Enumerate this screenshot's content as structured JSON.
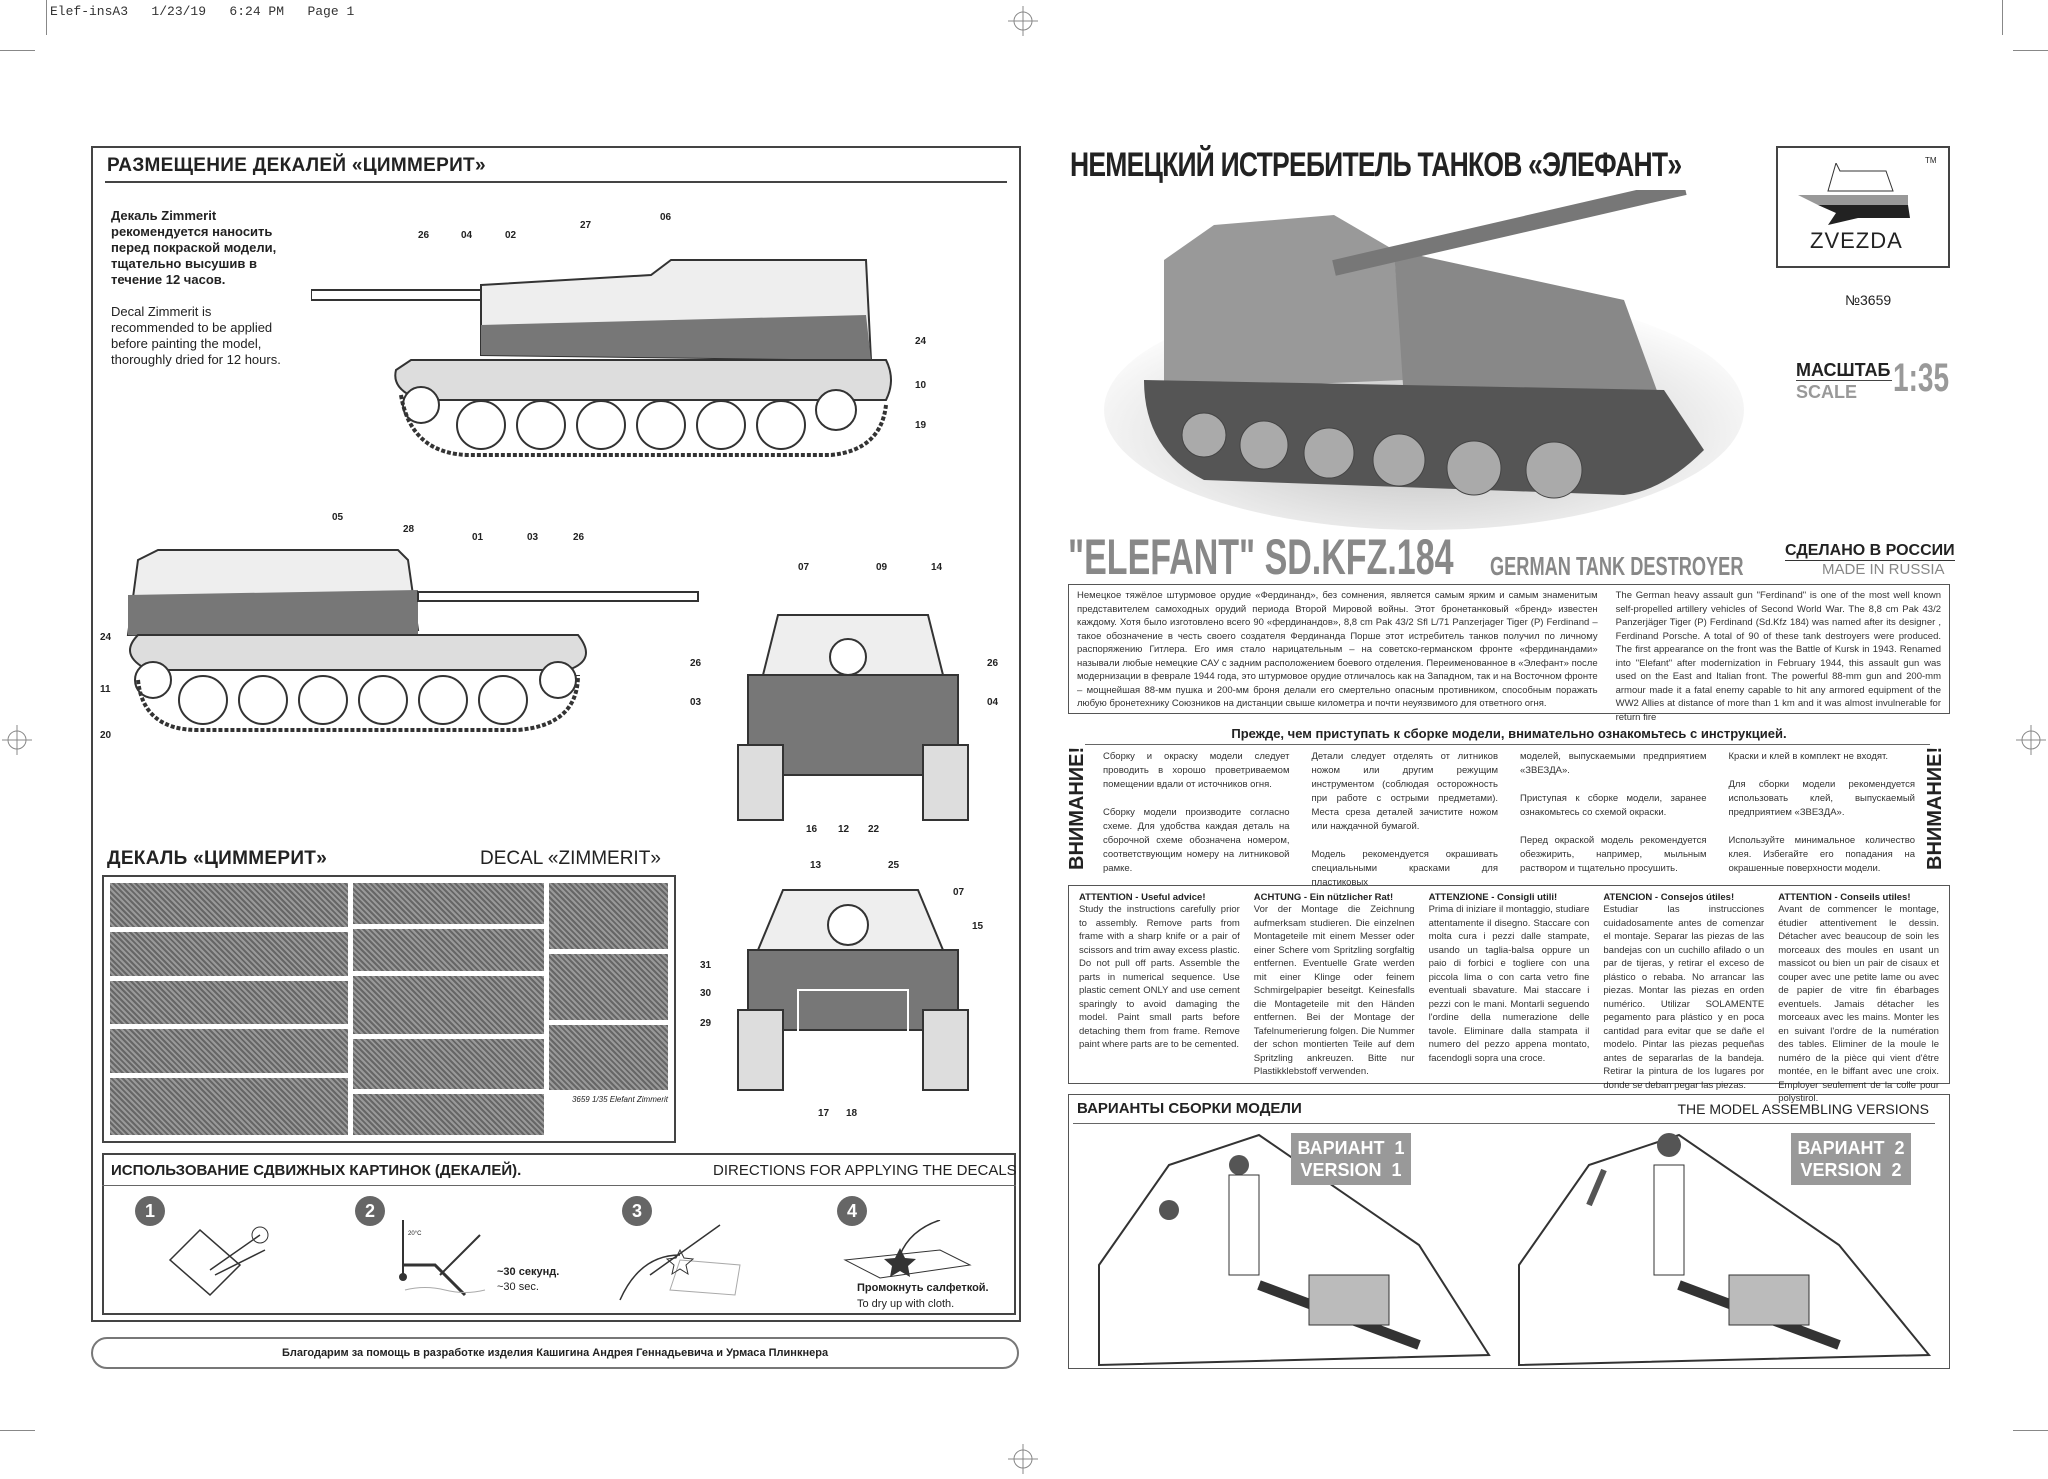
{
  "slug": "Elef-insA3   1/23/19   6:24 PM   Page 1",
  "left": {
    "heading": "РАЗМЕЩЕНИЕ ДЕКАЛЕЙ «ЦИММЕРИТ»",
    "note_ru": "Декаль Zimmerit рекомендуется наносить перед покраской модели, тщательно высушив в течение 12 часов.",
    "note_en": "Decal Zimmerit is recommended to be applied before painting the model, thoroughly dried for 12 hours.",
    "callouts_side1": [
      "26",
      "04",
      "02",
      "27",
      "06",
      "24",
      "10",
      "19"
    ],
    "callouts_side2": [
      "05",
      "28",
      "01",
      "03",
      "26",
      "24",
      "11",
      "20"
    ],
    "callouts_rear": [
      "07",
      "09",
      "14",
      "26",
      "03",
      "26",
      "04",
      "16",
      "12",
      "22"
    ],
    "callouts_front": [
      "13",
      "25",
      "07",
      "15",
      "31",
      "30",
      "29",
      "17",
      "18"
    ],
    "decal_heading_ru": "ДЕКАЛЬ «ЦИММЕРИТ»",
    "decal_heading_en": "DECAL «ZIMMERIT»",
    "decal_sheet_label": "3659 1/35 Elefant Zimmerit",
    "directions": {
      "heading_ru": "ИСПОЛЬЗОВАНИЕ СДВИЖНЫХ КАРТИНОК (ДЕКАЛЕЙ).",
      "heading_en": "DIRECTIONS  FOR APPLYING THE DECALS",
      "steps": [
        "1",
        "2",
        "3",
        "4"
      ],
      "temp": "20°C",
      "step2_ru": "~30 секунд.",
      "step2_en": "~30 sec.",
      "step4_ru": "Промокнуть салфеткой.",
      "step4_en": "To dry up with cloth."
    },
    "thanks": "Благодарим за помощь в разработке изделия Кашигина Андрея Геннадьевича и Урмаса Плинкнера"
  },
  "right": {
    "title": "НЕМЕЦКИЙ ИСТРЕБИТЕЛЬ ТАНКОВ «ЭЛЕФАНТ»",
    "logo": "ZVEZDA",
    "tm": "TM",
    "number": "№3659",
    "scale_ru": "МАСШТАБ",
    "scale_en": "SCALE",
    "scale": "1:35",
    "name": "\"ELEFANT\" SD.KFZ.184",
    "subtitle": "GERMAN TANK DESTROYER",
    "made_ru": "СДЕЛАНО В РОССИИ",
    "made_en": "MADE IN RUSSIA",
    "history_ru": "Немецкое тяжёлое штурмовое орудие «Фердинанд», без сомнения, является самым ярким и самым знаменитым представителем самоходных орудий периода Второй Мировой войны. Этот бронетанковый «бренд» известен каждому. Хотя было изготовлено всего 90 «фердинандов», 8,8 cm Pak 43/2 Sfl L/71 Panzerjager Tiger (P) Ferdinand – такое обозначение в честь своего создателя Фердинанда Порше этот истребитель танков получил по личному распоряжению Гитлера. Его имя стало нарицательным – на советско-германском фронте «фердинандами» называли любые немецкие САУ с задним расположением боевого отделения. Переименованное в «Элефант» после модернизации в феврале 1944 года, это штурмовое орудие отличалось как на Западном, так и на Восточном фронте – мощнейшая 88-мм пушка и 200-мм броня делали его смертельно опасным противником, способным поражать любую бронетехнику Союзников на дистанции свыше километра и почти неуязвимого для ответного огня.",
    "history_en": "The German heavy assault gun \"Ferdinand\" is one of the most well known self-propelled artillery vehicles of Second World War. The 8,8 cm Pak 43/2 Panzerjäger Tiger (P) Ferdinand (Sd.Kfz 184) was named after its designer , Ferdinand Porsche. A total of 90 of these tank destroyers were produced. The first appearance on the front was the Battle of Kursk in 1943. Renamed into \"Elefant\" after modernization in February 1944, this assault gun was used on the East and Italian front. The powerful 88-mm gun and 200-mm armour made it a fatal enemy capable to hit any armored equipment of the WW2 Allies at distance of more than 1 km and it was almost invulnerable for return fire",
    "read_first": "Прежде, чем приступать к сборке модели, внимательно ознакомьтесь с инструкцией.",
    "attention_vertical": "ВНИМАНИЕ!",
    "attention_cols": [
      "Сборку и окраску модели следует проводить в хорошо проветриваемом помещении вдали от источников огня.\n\nСборку модели производите согласно схеме. Для удобства каждая деталь на сборочной схеме обозначена номером, соответствующим номеру на литниковой рамке.",
      "Детали следует отделять от литников ножом или другим режущим инструментом (соблюдая осторожность при работе с острыми предметами). Места среза деталей зачистите ножом или наждачной бумагой.\n\nМодель рекомендуется окрашивать специальными красками для пластиковых",
      "моделей, выпускаемыми предприятием «ЗВЕЗДА».\n\nПриступая к сборке модели, заранее ознакомьтесь со схемой окраски.\n\nПеред окраской модель рекомендуется обезжирить, например, мыльным раствором и тщательно просушить.",
      "Краски и клей в комплект не входят.\n\nДля сборки модели рекомендуется использовать клей, выпускаемый предприятием «ЗВЕЗДА».\n\nИспользуйте минимальное количество клея. Избегайте его попадания на окрашенные поверхности модели."
    ],
    "advice": [
      {
        "title": "ATTENTION - Useful advice!",
        "text": "Study the instructions carefully prior to assembly. Remove parts from frame with a sharp knife or a pair of scissors and trim away excess plastic. Do not pull off parts. Assemble the parts in numerical sequence. Use plastic cement ONLY and use cement sparingly to avoid damaging the model. Paint small parts before detaching them from frame. Remove paint where parts are to be cemented."
      },
      {
        "title": "ACHTUNG - Ein nützlicher Rat!",
        "text": "Vor der Montage die Zeichnung aufmerksam studieren. Die einzelnen Montageteile mit einem Messer oder einer Schere vom Spritzling sorgfaltig entfernen. Eventuelle Grate werden mit einer Klinge oder feinem Schmirgelpapier beseitgt. Keinesfalls die Montageteile mit den Händen entfernen. Bei der Montage der Tafelnumerierung folgen. Die Nummer der schon montierten Teile auf dem Spritzling ankreuzen. Bitte nur Plastikklebstoff verwenden."
      },
      {
        "title": "ATTENZIONE - Consigli utili!",
        "text": "Prima di iniziare il montaggio, studiare attentamente il disegno. Staccare con molta cura i pezzi dalle stampate, usando un taglia-balsa oppure un paio di forbici e togliere con una piccola lima o con carta vetro fine eventuali sbavature. Mai staccare i pezzi con le mani. Montarli seguendo l'ordine della numerazione delle tavole. Eliminare dalla stampata il numero del pezzo appena montato, facendogli sopra una croce."
      },
      {
        "title": "ATENCION - Consejos útiles!",
        "text": "Estudiar las instrucciones cuidadosamente antes de comenzar el montaje. Separar las piezas de las bandejas con un cuchillo afilado o un par de tijeras, y retirar el exceso de plástico o rebaba. No arrancar las piezas. Montar las piezas en orden numérico. Utilizar SOLAMENTE pegamento para plástico y en poca cantidad para evitar que se dañe el modelo. Pintar las piezas pequeñas antes de separarlas de la bandeja. Retirar la pintura de los lugares por donde se deban pegar las piezas."
      },
      {
        "title": "ATTENTION - Conseils utiles!",
        "text": "Avant de commencer le montage, étudier attentivement le dessin. Détacher avec beaucoup de soin les morceaux des moules en usant un massicot ou bien un pair de cisaux et couper avec une petite lame ou avec de papier de vitre fin ébarbages eventuels. Jamais détacher les morceaux avec les mains. Monter les en suivant l'ordre de la numération des tables. Eliminer de la moule le numéro de la pièce qui vient d'être montée, en le biffant avec une croix. Employer seulement de la colle pour polystirol."
      }
    ],
    "versions": {
      "heading_ru": "ВАРИАНТЫ СБОРКИ МОДЕЛИ",
      "heading_en": "THE MODEL ASSEMBLING VERSIONS",
      "v1_ru": "ВАРИАНТ  1",
      "v1_en": "VERSION  1",
      "v2_ru": "ВАРИАНТ  2",
      "v2_en": "VERSION  2"
    }
  }
}
